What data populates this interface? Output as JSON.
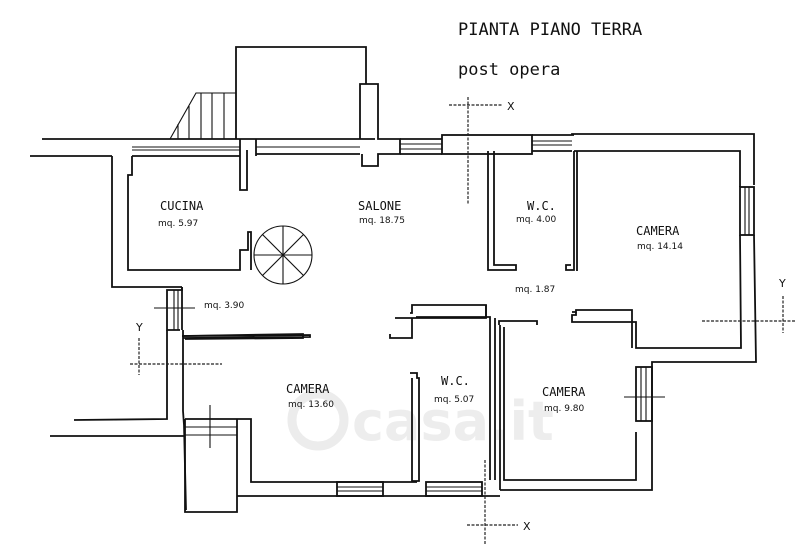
{
  "title": {
    "line1": "PIANTA PIANO TERRA",
    "line2": "post opera"
  },
  "rooms": [
    {
      "id": "cucina",
      "name": "CUCINA",
      "area": "mq. 5.97"
    },
    {
      "id": "salone",
      "name": "SALONE",
      "area": "mq. 18.75"
    },
    {
      "id": "wc1",
      "name": "W.C.",
      "area": "mq. 4.00"
    },
    {
      "id": "camera1",
      "name": "CAMERA",
      "area": "mq. 14.14"
    },
    {
      "id": "disimpegno",
      "name": "",
      "area": "mq. 1.87"
    },
    {
      "id": "ingresso",
      "name": "",
      "area": "mq. 3.90"
    },
    {
      "id": "camera2",
      "name": "CAMERA",
      "area": "mq. 13.60"
    },
    {
      "id": "wc2",
      "name": "W.C.",
      "area": "mq. 5.07"
    },
    {
      "id": "camera3",
      "name": "CAMERA",
      "area": "mq. 9.80"
    }
  ],
  "section_axes": {
    "x_label": "X",
    "y_label": "Y"
  },
  "watermark": "casa.it",
  "colors": {
    "ink": "#111111",
    "background": "#ffffff",
    "watermark": "#e8e8e8"
  }
}
